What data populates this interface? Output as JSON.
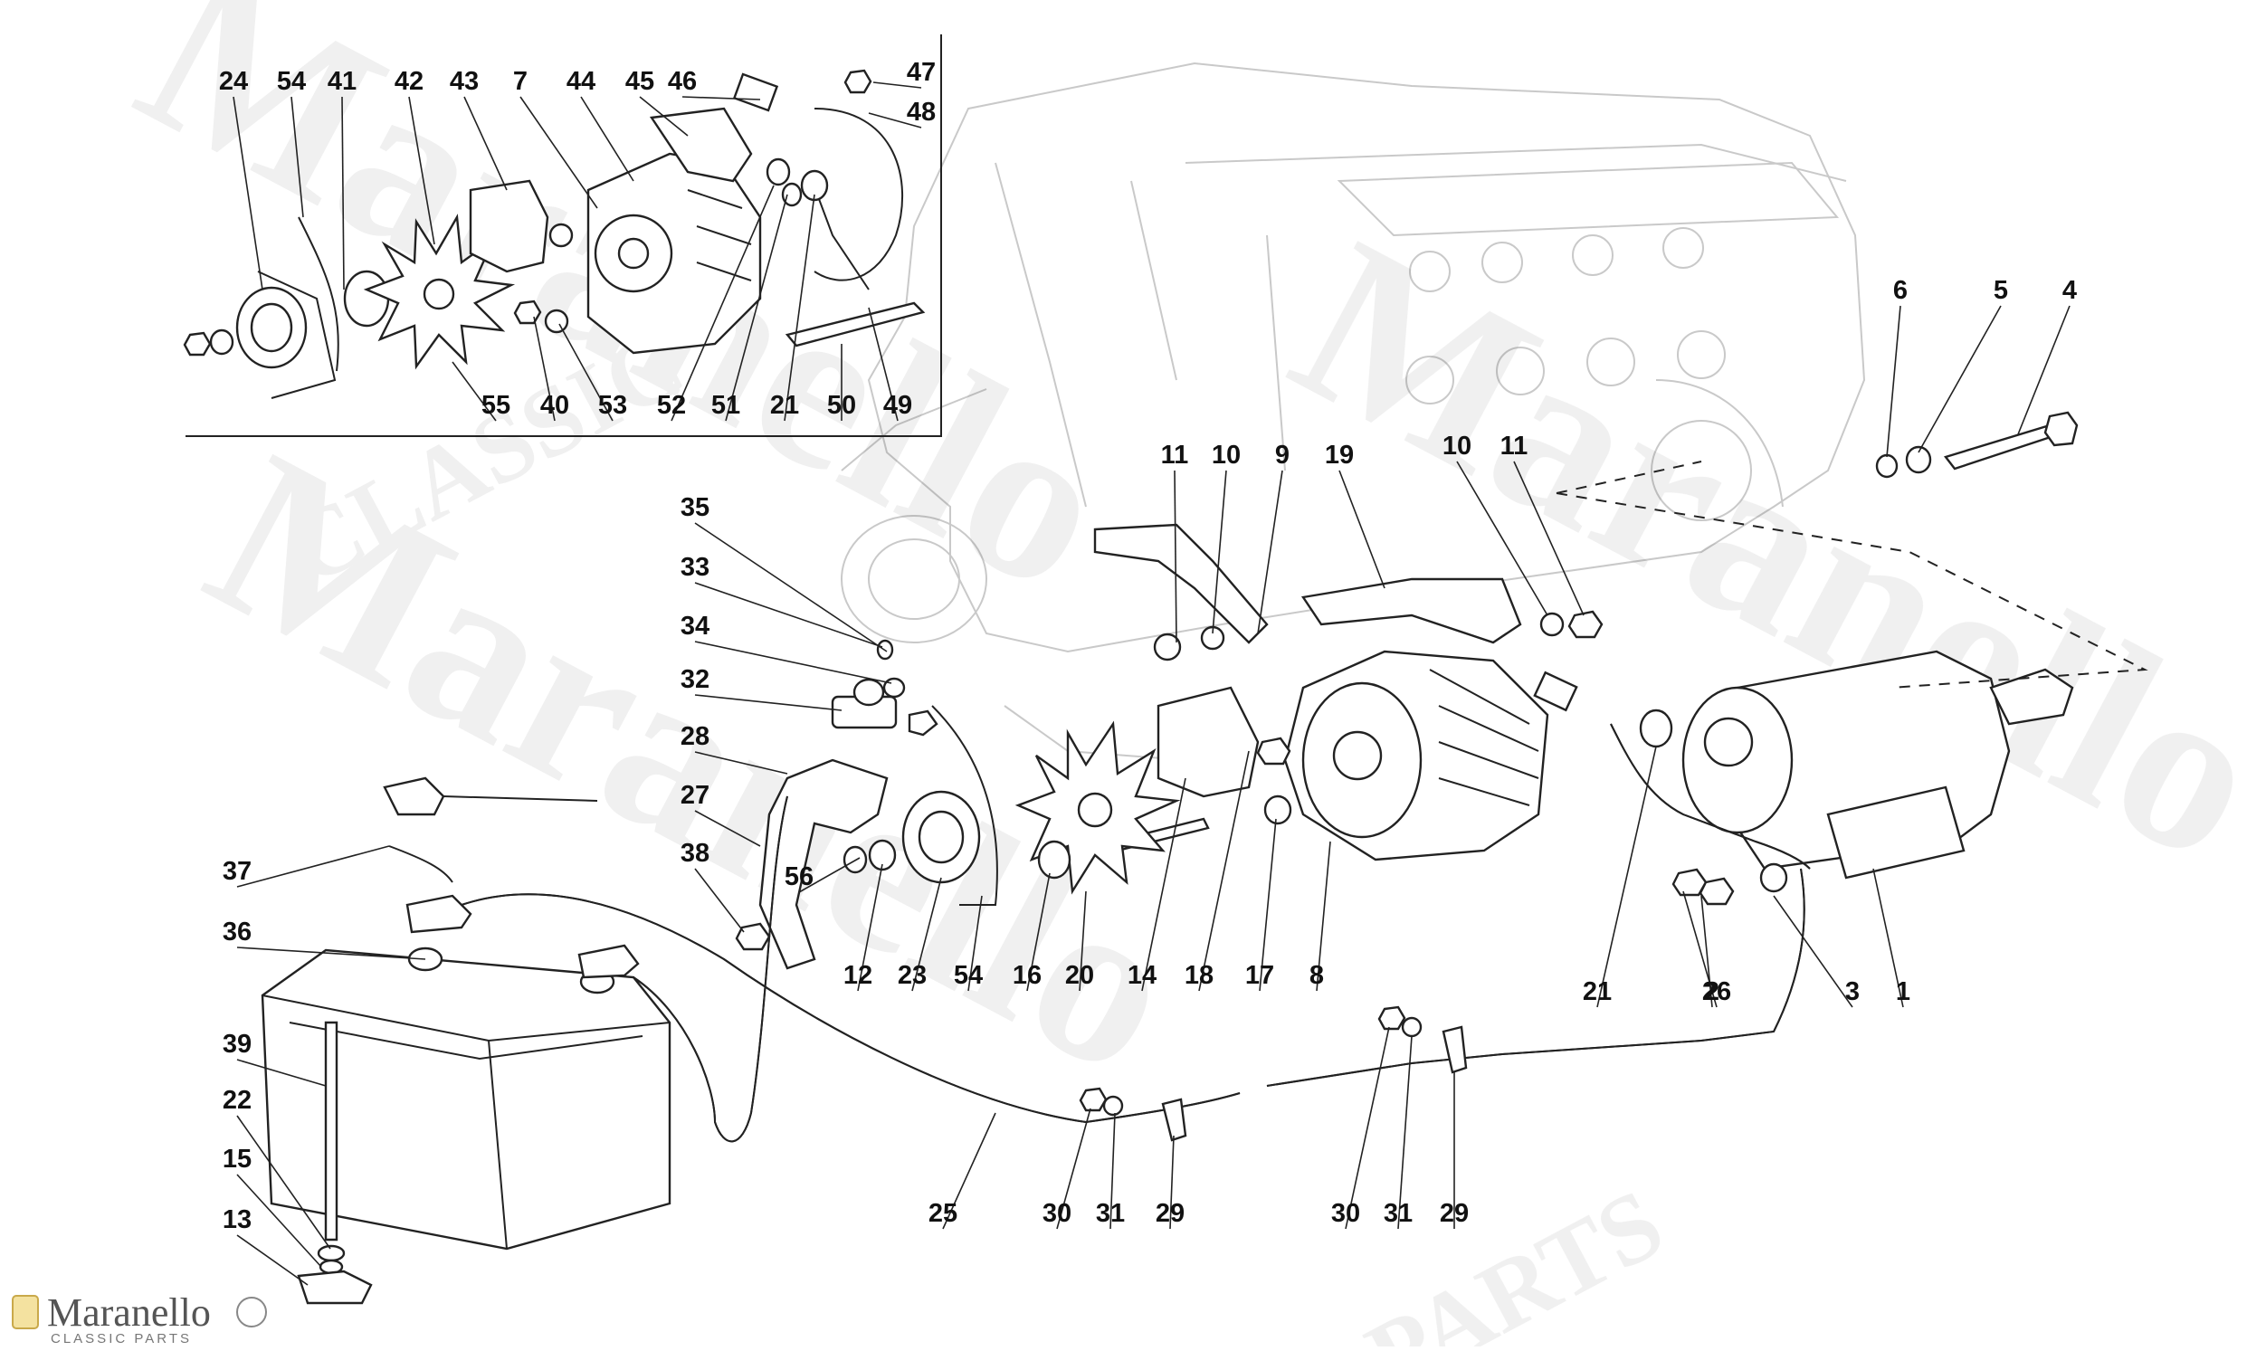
{
  "diagram": {
    "callouts": [
      "24",
      "54",
      "41",
      "42",
      "43",
      "7",
      "44",
      "45",
      "46",
      "47",
      "48",
      "55",
      "40",
      "53",
      "52",
      "51",
      "21",
      "50",
      "49",
      "6",
      "5",
      "4",
      "11",
      "10",
      "9",
      "19",
      "10",
      "11",
      "35",
      "33",
      "34",
      "32",
      "28",
      "27",
      "38",
      "37",
      "36",
      "56",
      "12",
      "23",
      "54",
      "16",
      "20",
      "14",
      "18",
      "17",
      "8",
      "21",
      "26",
      "2",
      "3",
      "1",
      "39",
      "22",
      "15",
      "13",
      "25",
      "30",
      "31",
      "29",
      "30",
      "31",
      "29"
    ]
  },
  "watermark": {
    "text": "Maranello",
    "classic": "CLASSIC",
    "parts": "PARTS"
  },
  "branding": {
    "name": "Maranello",
    "tagline": "CLASSIC PARTS"
  },
  "colors": {
    "line": "#222222",
    "ghost_engine": "#c9c9c9",
    "watermark": "#000000",
    "badge_yellow": "#f4e2a0"
  }
}
